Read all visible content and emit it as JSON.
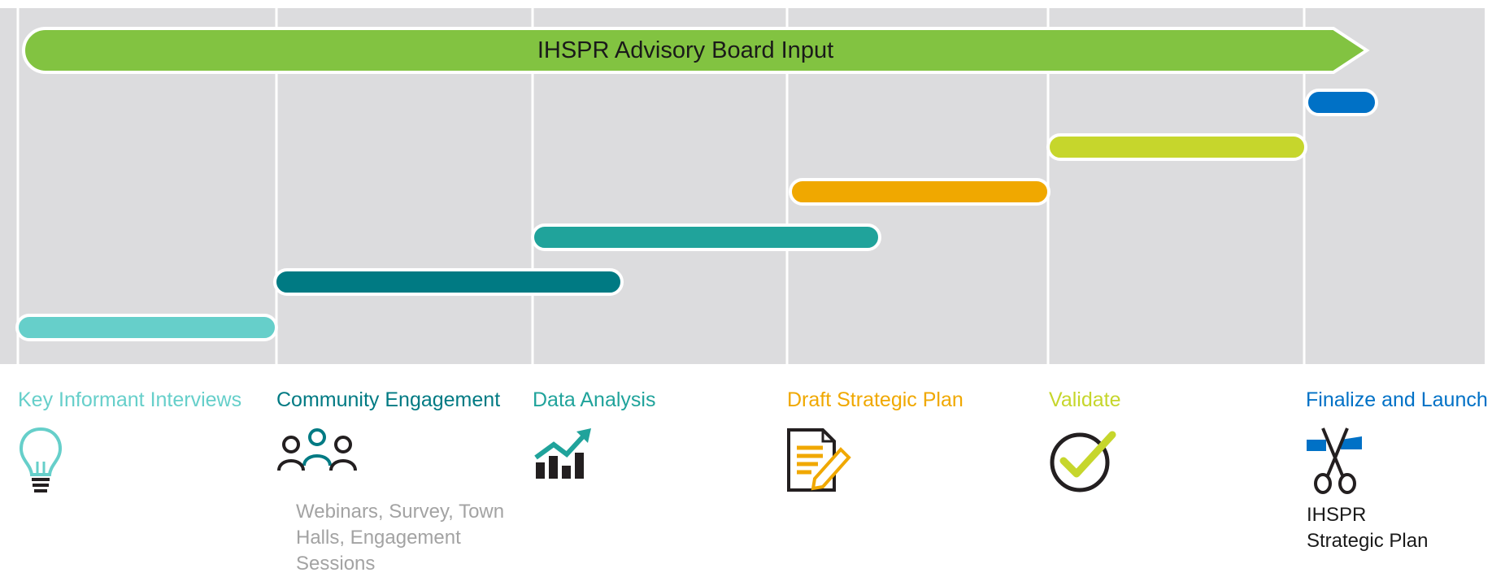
{
  "banner": {
    "label": "IHSPR Advisory Board Input",
    "color": "#82c341"
  },
  "phases": [
    {
      "label": "Key Informant Interviews",
      "color": "#66cfca",
      "icon": "lightbulb-icon"
    },
    {
      "label": "Community Engagement",
      "color": "#007a83",
      "icon": "people-icon"
    },
    {
      "label": "Data Analysis",
      "color": "#20a39b",
      "icon": "growth-chart-icon"
    },
    {
      "label": "Draft Strategic Plan",
      "color": "#f0a800",
      "icon": "document-pen-icon"
    },
    {
      "label": "Validate",
      "color": "#c6d62c",
      "icon": "checkmark-icon"
    },
    {
      "label": "Finalize and Launch",
      "color": "#0071c6",
      "icon": "ribbon-scissors-icon"
    }
  ],
  "community_note": [
    "Webinars, Survey, Town",
    "Halls, Engagement",
    "Sessions"
  ],
  "launch_note": [
    "IHSPR",
    "Strategic Plan"
  ],
  "colors": {
    "panel": "#dcdcde",
    "gridline": "#ffffff",
    "icon_dark": "#231f20"
  }
}
